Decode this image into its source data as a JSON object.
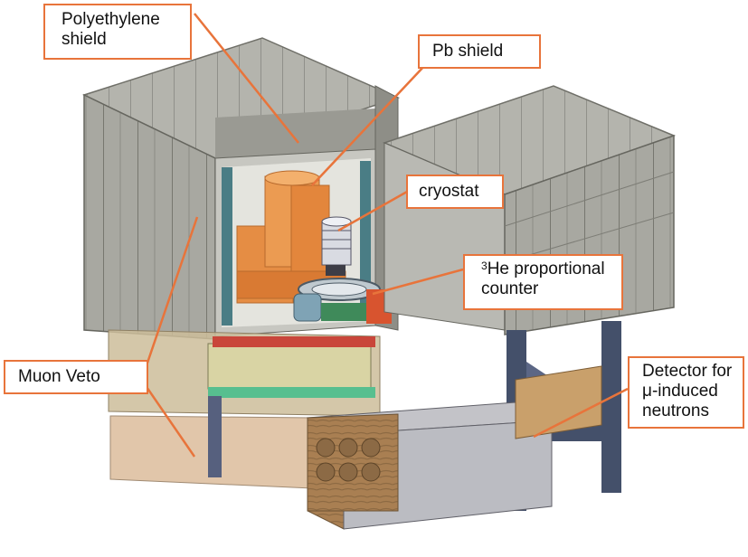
{
  "labels": {
    "polyethylene_line1": "Polyethylene",
    "polyethylene_line2": "shield",
    "pb_shield": "Pb shield",
    "cryostat": "cryostat",
    "he_superscript": "3",
    "he_line1": "He proportional",
    "he_line2": "counter",
    "muon_veto": "Muon Veto",
    "detector_line1": "Detector for",
    "detector_line2": "μ-induced",
    "detector_line3": "neutrons"
  },
  "colors": {
    "callout_border": "#e8743b",
    "leader_line": "#e8743b",
    "polyethylene_panel": "#a9a9a2",
    "lead_shield": "#e8904a",
    "veto_panel": "#cdbd9a",
    "frame_steel": "#44506a",
    "wood_detector": "#b08655"
  }
}
